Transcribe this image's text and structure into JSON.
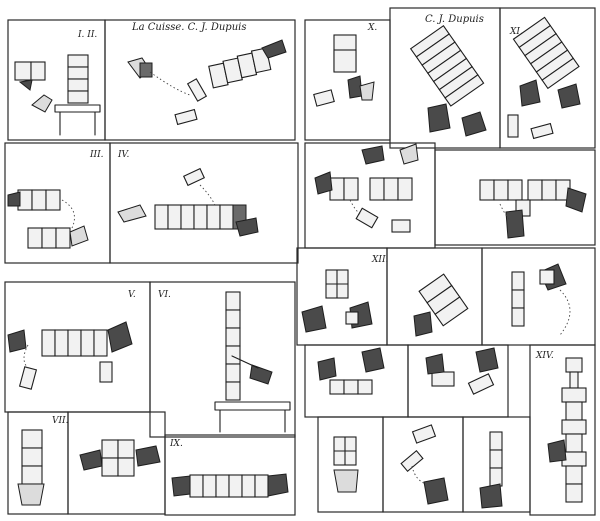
{
  "captions": {
    "left_caption": "La Cuisse. C. J. Dupuis",
    "right_caption": "C. J. Dupuis"
  },
  "panel_numbers": {
    "p_i_ii": "I. II.",
    "p_iii": "III.",
    "p_iv": "IV.",
    "p_v": "V.",
    "p_vi": "VI.",
    "p_vii": "VII.",
    "p_ix": "IX.",
    "p_x": "X.",
    "p_xi": "XI.",
    "p_xii": "XII.",
    "p_xiv": "XIV."
  }
}
